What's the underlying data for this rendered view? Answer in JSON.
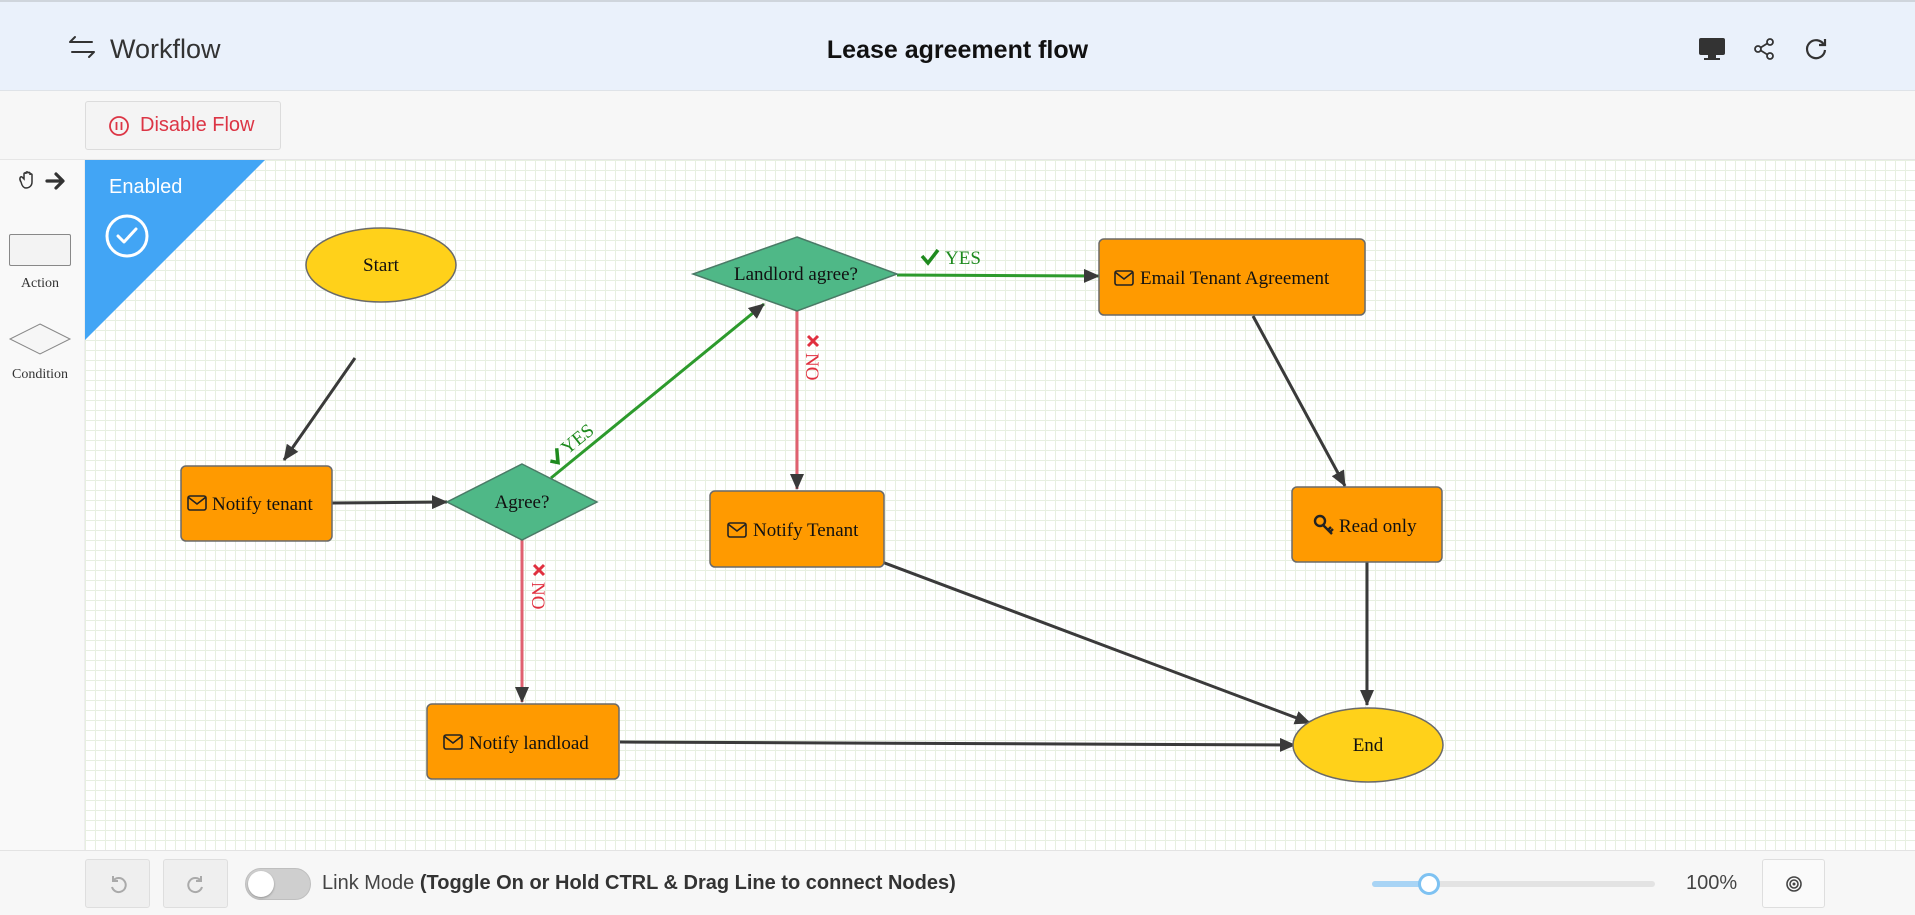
{
  "header": {
    "app_title": "Workflow",
    "page_title": "Lease agreement flow",
    "icons": [
      "menu-arrows-icon",
      "monitor-icon",
      "share-icon",
      "refresh-icon"
    ]
  },
  "toolbar": {
    "disable_label": "Disable Flow",
    "disable_icon": "pause-circle-icon"
  },
  "palette": {
    "action_label": "Action",
    "condition_label": "Condition"
  },
  "status": {
    "label": "Enabled",
    "color": "#42a5f5"
  },
  "nodes": {
    "start": "Start",
    "notify_tenant": "Notify tenant",
    "agree": "Agree?",
    "landlord_agree": "Landlord agree?",
    "email_tenant_agreement": "Email Tenant Agreement",
    "notify_tenant_2": "Notify Tenant",
    "read_only": "Read only",
    "notify_landload": "Notify landload",
    "end": "End"
  },
  "edges": {
    "yes_label": "YES",
    "no_label": "NO"
  },
  "colors": {
    "action_fill": "#ff9a00",
    "condition_fill": "#4fb887",
    "terminal_fill": "#ffd11a",
    "yes_color": "#2c9a2c",
    "no_color": "#e06070",
    "edge_color": "#3a3a3a"
  },
  "footer": {
    "link_mode_label": "Link Mode",
    "link_mode_hint": "(Toggle On or Hold CTRL & Drag Line to connect Nodes)",
    "link_mode_on": false,
    "zoom_text": "100%",
    "zoom_fraction": 0.2
  }
}
